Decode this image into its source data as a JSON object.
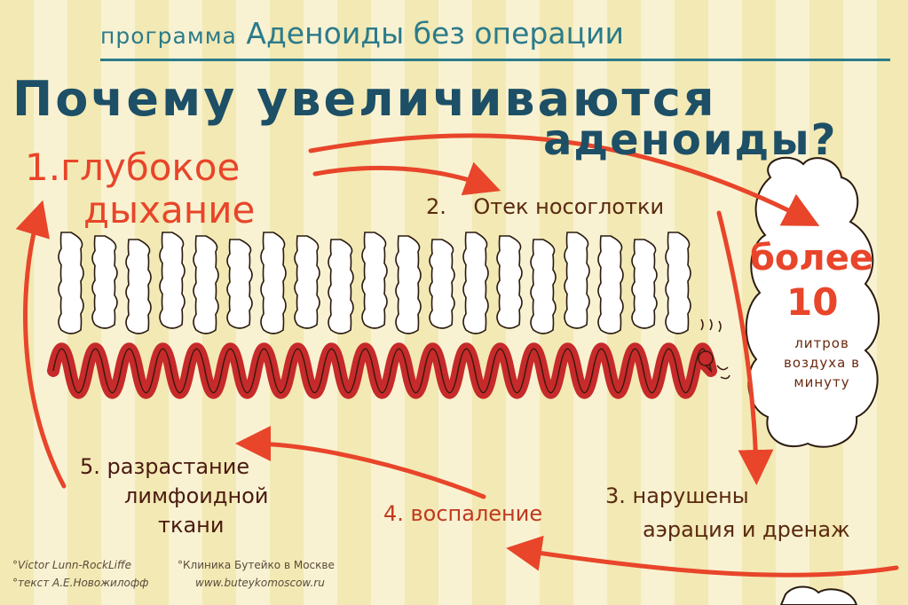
{
  "header": {
    "program_label": "программа",
    "program_name": "Аденоиды без операции"
  },
  "title": {
    "line1": "Почему увеличиваются",
    "line2": "аденоиды?"
  },
  "steps": {
    "step1_line1": "1.глубокое",
    "step1_line2": "дыхание",
    "step2": "2.    Отек носоглотки",
    "step3_line1": "3. нарушены",
    "step3_line2": "аэрация и дренаж",
    "step4": "4. воспаление",
    "step5_line1": "5. разрастание",
    "step5_line2": "лимфоидной",
    "step5_line3": "ткани"
  },
  "cloud": {
    "more": "более",
    "ten": "10",
    "liters": "литров воздуха в минуту"
  },
  "credits": {
    "author": "°Victor Lunn-RockLiffe",
    "text_author": "°текст А.Е.Новожилофф",
    "clinic": "°Клиника Бутейко в Москве",
    "url": "www.buteykomoscow.ru"
  },
  "colors": {
    "title": "#1d4f66",
    "accent_red": "#e8452a",
    "worm_red": "#c62a2a",
    "header_teal": "#2b7b8a"
  }
}
